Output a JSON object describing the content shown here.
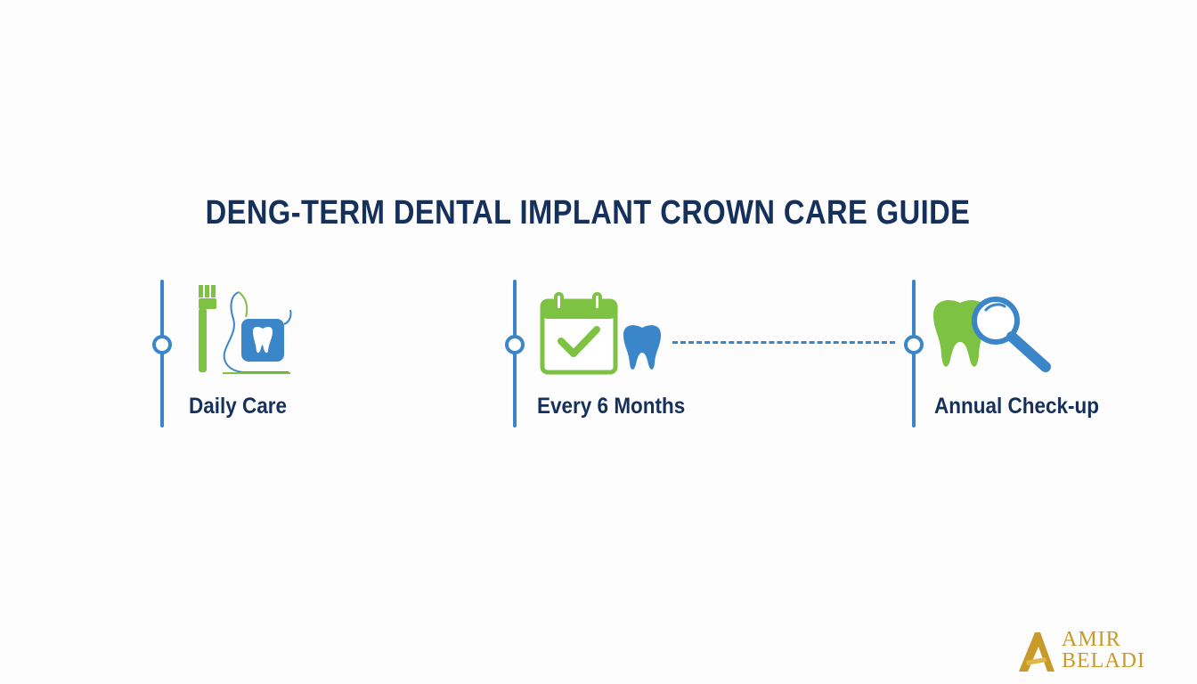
{
  "title": "DENG-TERM DENTAL IMPLANT CROWN CARE GUIDE",
  "colors": {
    "title": "#15305a",
    "accent_blue": "#3a86c8",
    "accent_green": "#7dc242",
    "logo_gold": "#c89a2a"
  },
  "timeline": [
    {
      "label": "Daily Care",
      "icons": [
        "toothbrush-icon",
        "floss-icon"
      ]
    },
    {
      "label": "Every 6 Months",
      "icons": [
        "calendar-check-icon",
        "tooth-icon"
      ]
    },
    {
      "label": "Annual Check-up",
      "icons": [
        "tooth-magnifier-icon"
      ]
    }
  ],
  "logo": {
    "line1": "AMIR",
    "line2": "BELADI"
  }
}
